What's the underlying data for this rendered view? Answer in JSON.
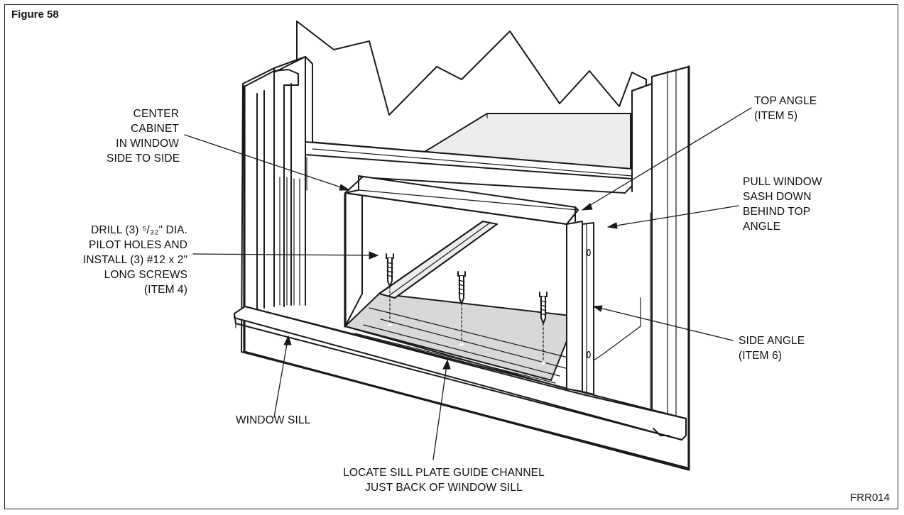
{
  "figure": {
    "title": "Figure 58",
    "code": "FRR014"
  },
  "callouts": {
    "center_cabinet": "CENTER\nCABINET\nIN WINDOW\nSIDE TO SIDE",
    "drill": "DRILL (3) ⁵/₃₂\" DIA.\nPILOT HOLES AND\nINSTALL (3) #12 x 2\"\nLONG SCREWS\n(ITEM 4)",
    "window_sill": "WINDOW SILL",
    "locate_sill_plate": "LOCATE SILL PLATE GUIDE CHANNEL\nJUST BACK OF WINDOW SILL",
    "top_angle": "TOP ANGLE\n(ITEM 5)",
    "pull_window": "PULL WINDOW\nSASH DOWN\nBEHIND TOP\nANGLE",
    "side_angle": "SIDE ANGLE\n(ITEM 6)"
  }
}
